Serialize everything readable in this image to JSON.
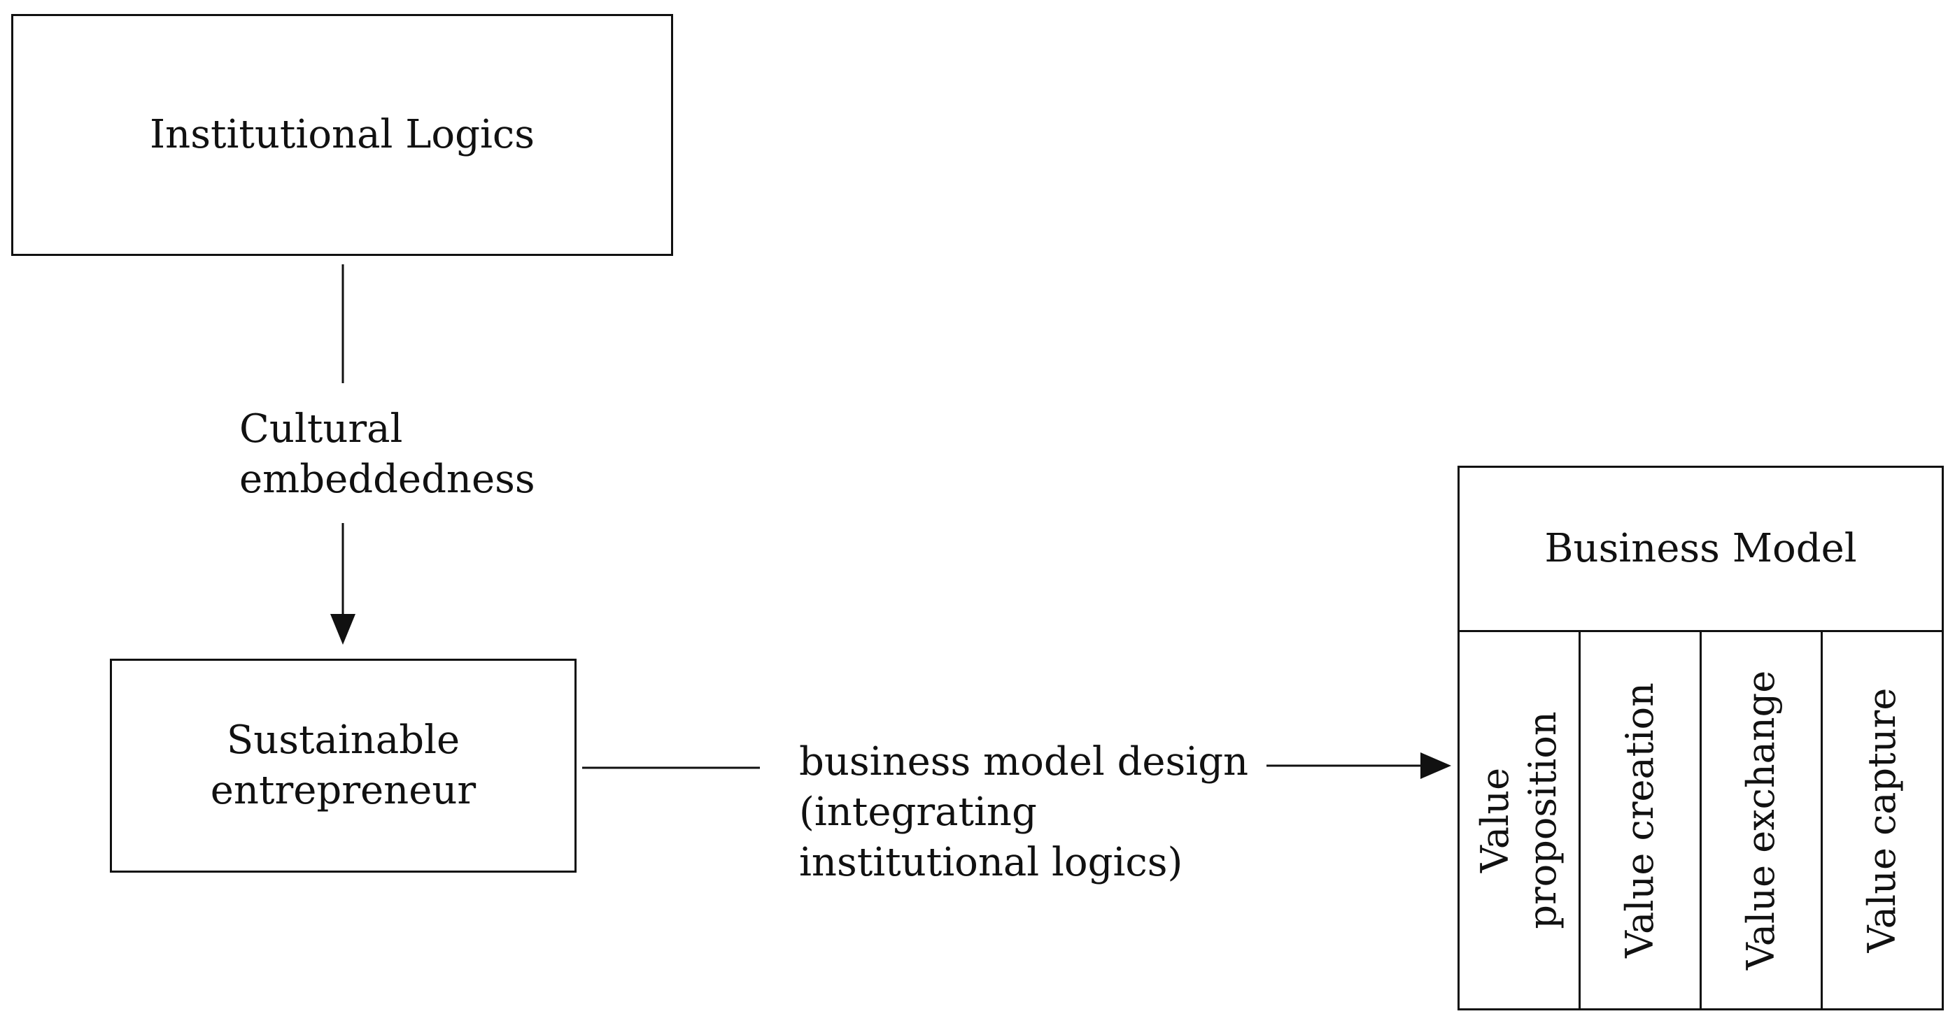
{
  "nodes": {
    "institutional_logics": "Institutional Logics",
    "sustainable_entrepreneur_line1": "Sustainable",
    "sustainable_entrepreneur_line2": "entrepreneur",
    "business_model": "Business Model"
  },
  "edges": {
    "cultural_line1": "Cultural",
    "cultural_line2": "embeddedness",
    "design_line1": "business model design",
    "design_line2": "(integrating",
    "design_line3": "institutional logics)"
  },
  "business_model_components": [
    {
      "line1": "Value",
      "line2": "proposition"
    },
    {
      "line1": "Value creation"
    },
    {
      "line1": "Value exchange"
    },
    {
      "line1": "Value capture"
    }
  ]
}
